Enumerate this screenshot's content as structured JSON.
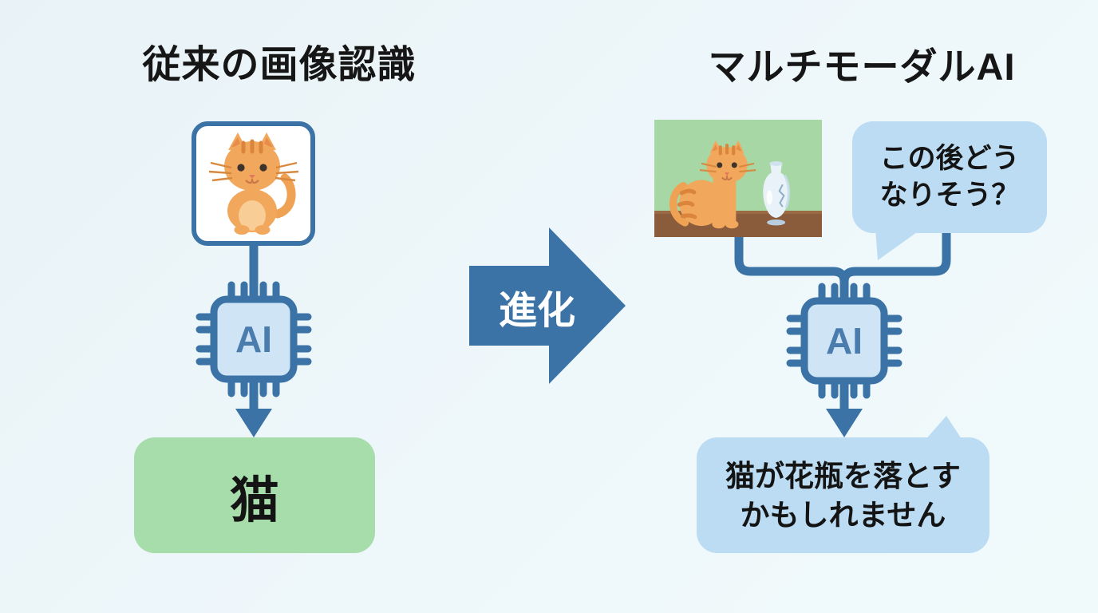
{
  "titles": {
    "left": "従来の画像認識",
    "right": "マルチモーダルAI"
  },
  "evolution_arrow": {
    "label": "進化"
  },
  "left_flow": {
    "input_icon": "cat-icon",
    "chip_label": "AI",
    "output_label": "猫"
  },
  "right_flow": {
    "input_icon": "cat-and-vase-scene",
    "question_bubble": {
      "line1": "この後どう",
      "line2": "なりそう？"
    },
    "chip_label": "AI",
    "answer_bubble": {
      "line1": "猫が花瓶を落とす",
      "line2": "かもしれません"
    }
  },
  "colors": {
    "background": "#edf6f9",
    "steel_blue": "#3b73a6",
    "chip_fill": "#cfe4f5",
    "chip_text": "#4a7cad",
    "bubble_blue": "#bcdcf3",
    "result_green": "#a7dcab",
    "scene_green": "#a6d7a4",
    "table_brown": "#8a5c3b",
    "cat_orange": "#f2a85c",
    "title_text": "#161616"
  }
}
